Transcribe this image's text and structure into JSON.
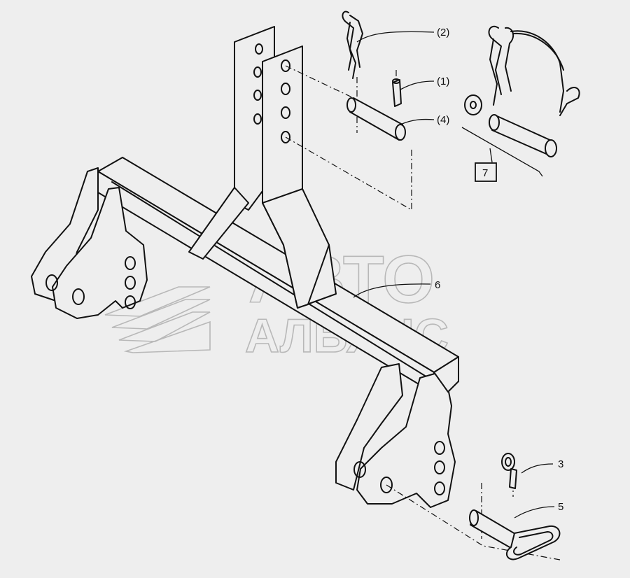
{
  "labels": {
    "pin_clip_top": "(2)",
    "roll_pin": "(1)",
    "pin_top": "(4)",
    "kit_box": "7",
    "frame": "6",
    "lynch_pin": "3",
    "lower_pin": "5"
  },
  "watermark": {
    "line1": "АВТО",
    "line2": "АЛЬЯНС"
  }
}
